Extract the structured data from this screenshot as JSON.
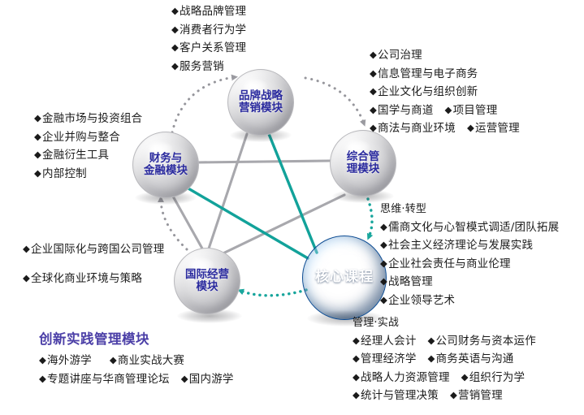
{
  "diagram": {
    "title_hidden": "",
    "colors": {
      "node_text": "#2a2a9e",
      "core_node": "#1464b8",
      "core_text": "#ffffff",
      "teal_edge": "#16a39a",
      "gray_edge": "#a8a8ad",
      "section_title": "#4b3fa7",
      "body_text": "#1b1b1b"
    },
    "bullet_glyph": "◆"
  },
  "nodes": [
    {
      "id": "brand",
      "label": "品牌战略\n营销模块",
      "kind": "gray"
    },
    {
      "id": "finance",
      "label": "财务与\n金融模块",
      "kind": "gray"
    },
    {
      "id": "general",
      "label": "综合管\n理模块",
      "kind": "gray"
    },
    {
      "id": "international",
      "label": "国际经营\n模块",
      "kind": "gray"
    },
    {
      "id": "core",
      "label": "核心课程",
      "kind": "core"
    }
  ],
  "blocks": {
    "brand_courses": {
      "heading": "",
      "lines": [
        "战略品牌管理",
        "消费者行为学",
        "客户关系管理",
        "服务营销"
      ]
    },
    "general_courses": {
      "heading": "",
      "lines": [
        "公司治理",
        "信息管理与电子商务",
        "企业文化与组织创新"
      ],
      "paired_lines": [
        [
          "国学与商道",
          "项目管理"
        ],
        [
          "商法与商业环境",
          "运营管理"
        ]
      ]
    },
    "finance_courses": {
      "heading": "",
      "lines": [
        "金融市场与投资组合",
        "企业并购与整合",
        "金融衍生工具",
        "内部控制"
      ]
    },
    "international_courses": {
      "heading": "",
      "lines": [
        "企业国际化与跨国公司管理",
        "全球化商业环境与策略"
      ]
    },
    "thinking_transform": {
      "heading": "思维·转型",
      "lines": [
        "儒商文化与心智模式调适/团队拓展",
        "社会主义经济理论与发展实践",
        "企业社会责任与商业伦理",
        "战略管理",
        "企业领导艺术"
      ]
    },
    "management_practice": {
      "heading": "管理·实战",
      "paired_lines": [
        [
          "经理人会计",
          "公司财务与资本运作"
        ],
        [
          "管理经济学",
          "商务英语与沟通"
        ],
        [
          "战略人力资源管理",
          "组织行为学"
        ],
        [
          "统计与管理决策",
          "营销管理"
        ]
      ]
    },
    "innovation_practice": {
      "title": "创新实践管理模块",
      "paired_lines": [
        [
          "海外游学",
          "商业实战大赛"
        ],
        [
          "专题讲座与华商管理论坛",
          "国内游学"
        ]
      ]
    }
  }
}
